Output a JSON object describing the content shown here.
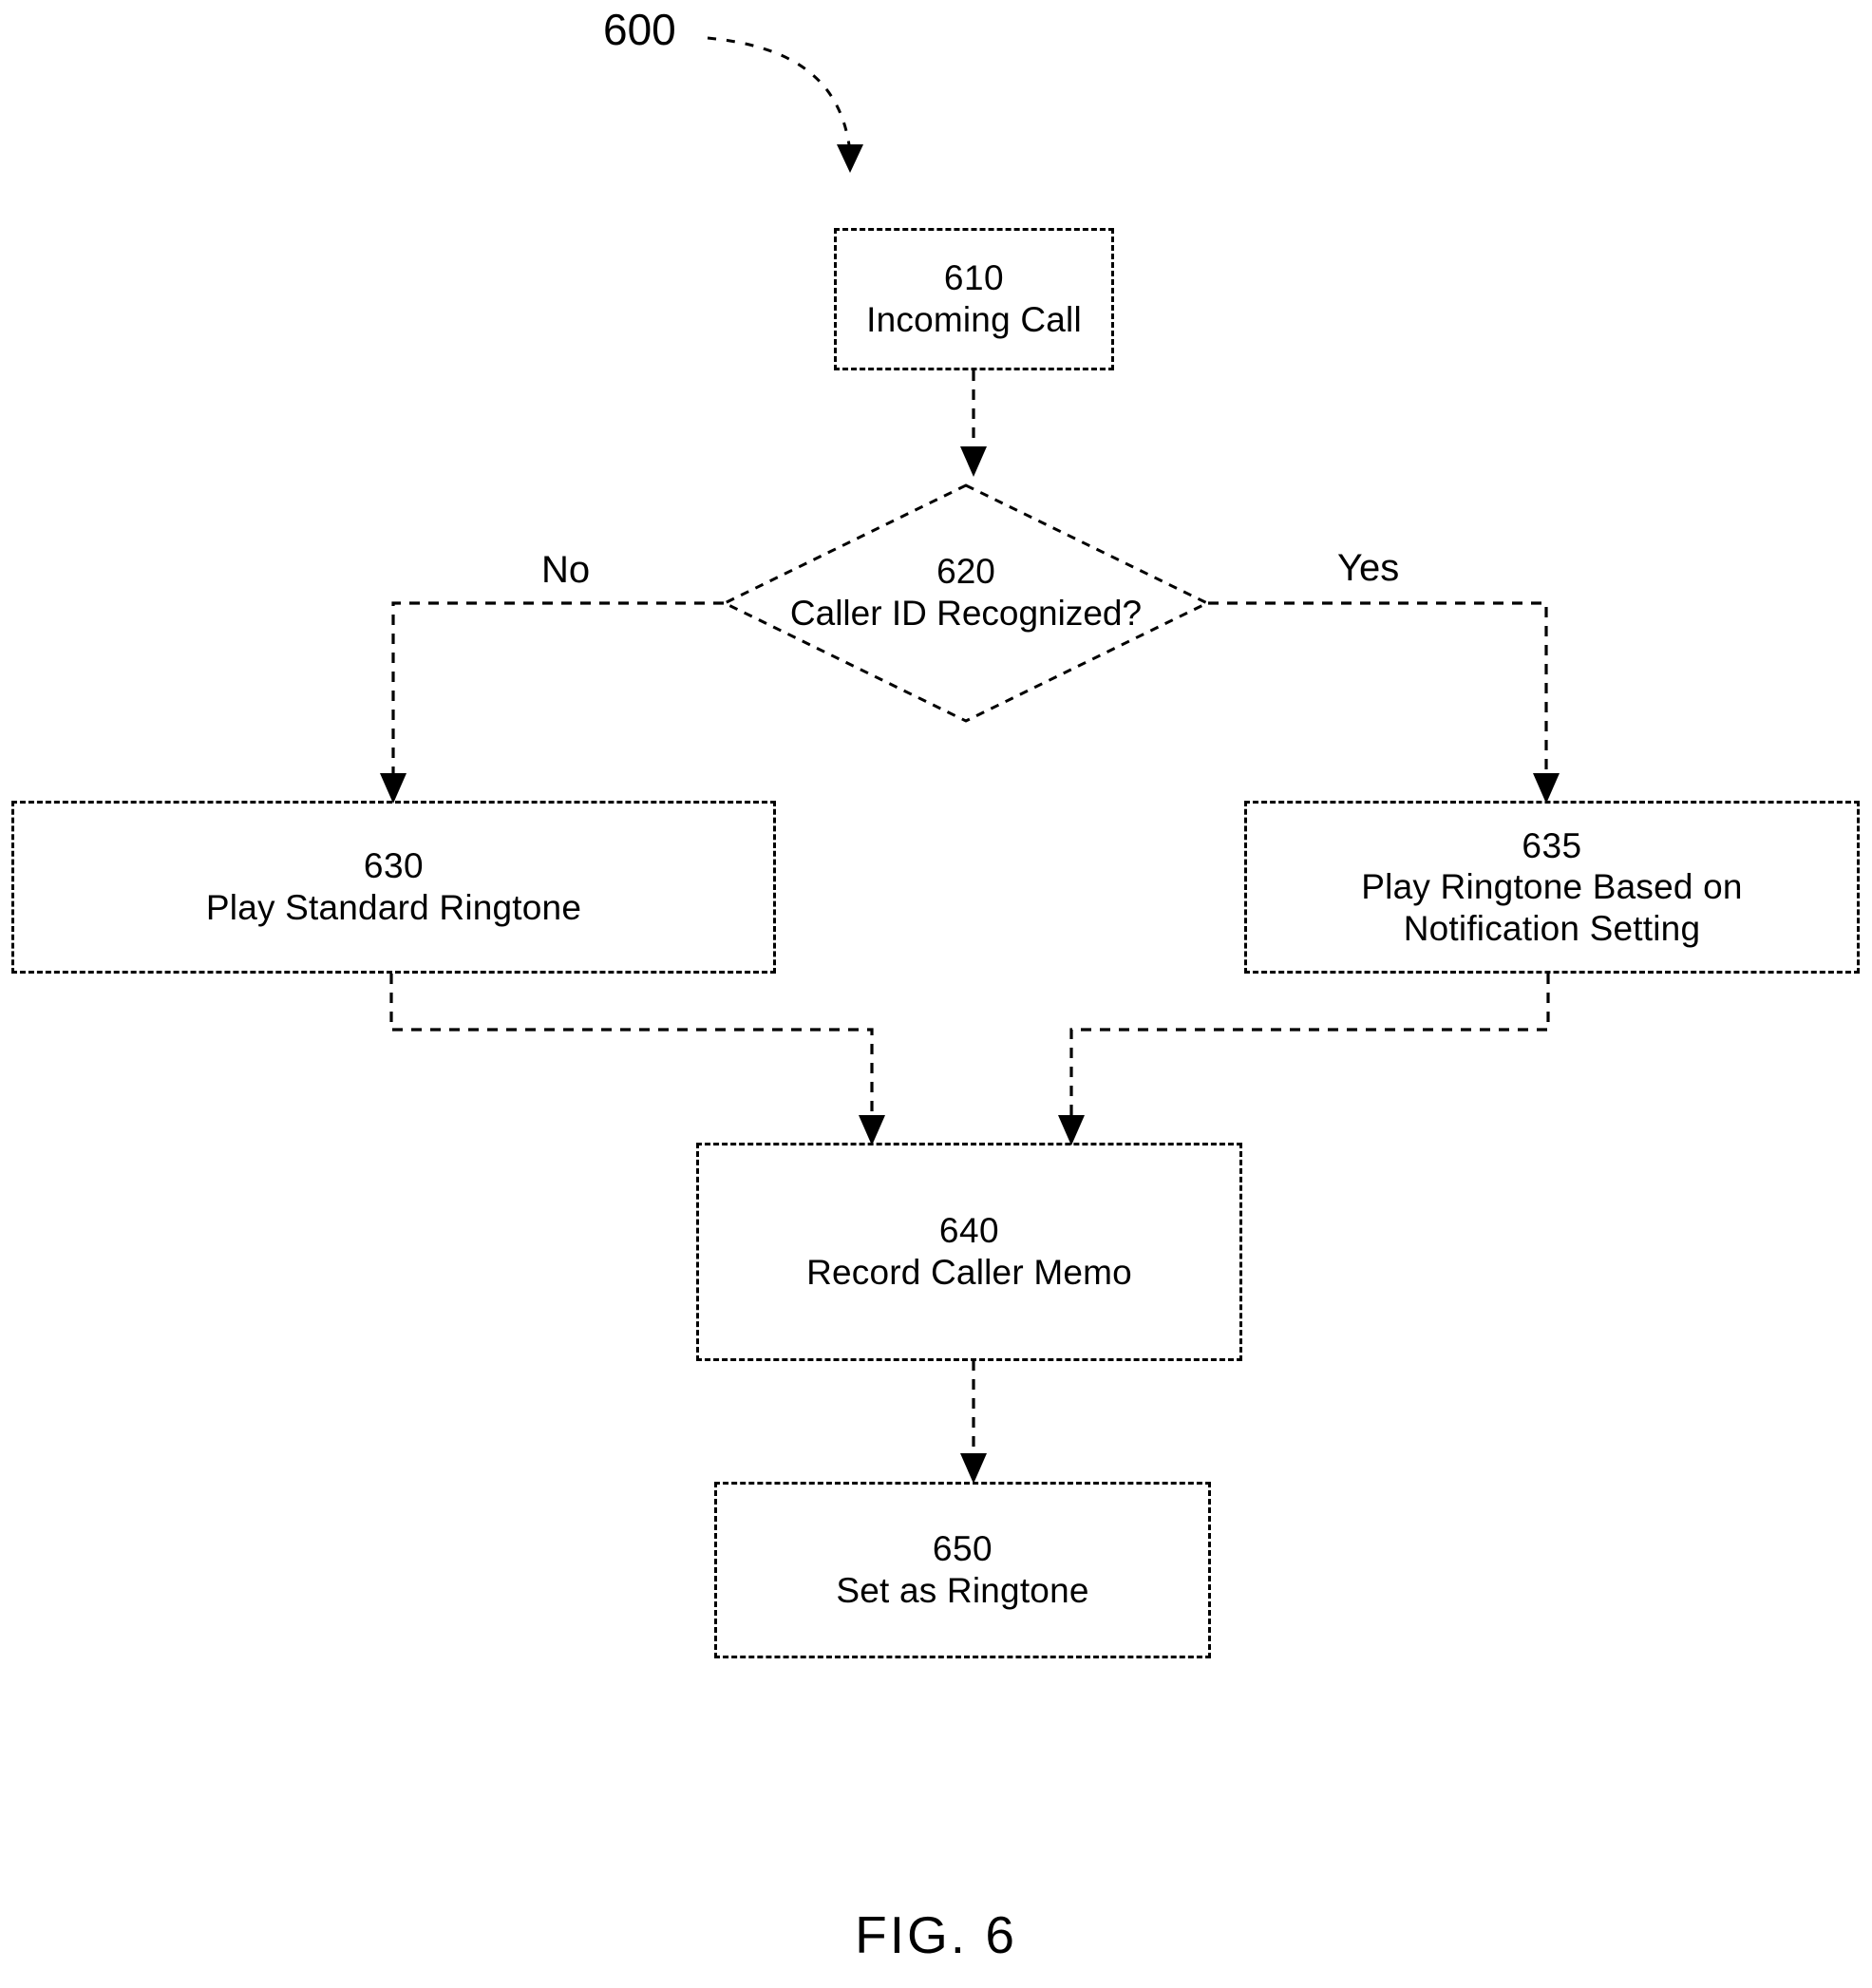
{
  "figure": {
    "ref_number": "600",
    "caption": "FIG. 6"
  },
  "nodes": [
    {
      "id": "610",
      "shape": "rectangle",
      "number": "610",
      "label_line1": "Incoming Call",
      "label_line2": ""
    },
    {
      "id": "620",
      "shape": "diamond",
      "number": "620",
      "label_line1": "Caller ID Recognized?",
      "label_line2": ""
    },
    {
      "id": "630",
      "shape": "rectangle",
      "number": "630",
      "label_line1": "Play Standard Ringtone",
      "label_line2": ""
    },
    {
      "id": "635",
      "shape": "rectangle",
      "number": "635",
      "label_line1": "Play Ringtone Based on",
      "label_line2": "Notification Setting"
    },
    {
      "id": "640",
      "shape": "rectangle",
      "number": "640",
      "label_line1": "Record Caller Memo",
      "label_line2": ""
    },
    {
      "id": "650",
      "shape": "rectangle",
      "number": "650",
      "label_line1": "Set as Ringtone",
      "label_line2": ""
    }
  ],
  "edges": [
    {
      "from": "610",
      "to": "620",
      "label": ""
    },
    {
      "from": "620",
      "to": "630",
      "label": "No"
    },
    {
      "from": "620",
      "to": "635",
      "label": "Yes"
    },
    {
      "from": "630",
      "to": "640",
      "label": ""
    },
    {
      "from": "635",
      "to": "640",
      "label": ""
    },
    {
      "from": "640",
      "to": "650",
      "label": ""
    }
  ],
  "edge_labels": {
    "no": "No",
    "yes": "Yes"
  },
  "style": {
    "stroke_color": "#000000",
    "background_color": "#ffffff",
    "line_style": "dashed"
  }
}
